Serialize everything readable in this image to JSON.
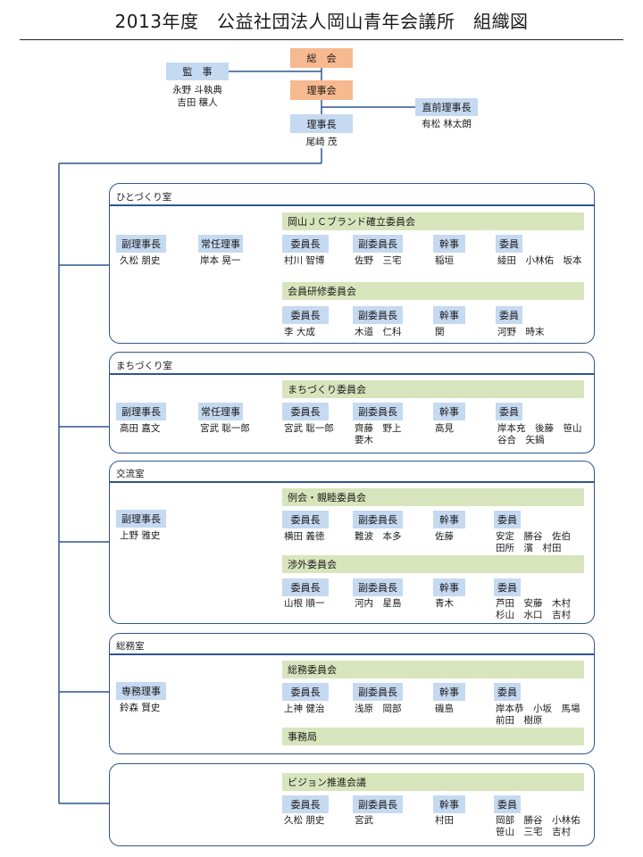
{
  "title": "2013年度　公益社団法人岡山青年会議所　組織図",
  "top": {
    "general_assembly": "総　会",
    "board": "理事会",
    "auditor": {
      "label": "監　事",
      "names": [
        "永野 斗執典",
        "吉田 穣人"
      ]
    },
    "president": {
      "label": "理事長",
      "names": [
        "尾崎 茂"
      ]
    },
    "past_president": {
      "label": "直前理事長",
      "names": [
        "有松 林太朗"
      ]
    }
  },
  "sections": {
    "hitozukuri": {
      "name": "ひとづくり室",
      "vp": {
        "label": "副理事長",
        "name": "久松 朋史"
      },
      "md": {
        "label": "常任理事",
        "name": "岸本 晃一"
      },
      "c1": {
        "name": "岡山ＪＣブランド確立委員会",
        "chair": {
          "label": "委員長",
          "name": "村川 智博"
        },
        "vice": {
          "label": "副委員長",
          "name": "佐野　三宅"
        },
        "sec": {
          "label": "幹事",
          "name": "稲垣"
        },
        "mem": {
          "label": "委員",
          "names": [
            "綾田　小林佑　坂本"
          ]
        }
      },
      "c2": {
        "name": "会員研修委員会",
        "chair": {
          "label": "委員長",
          "name": "李 大成"
        },
        "vice": {
          "label": "副委員長",
          "name": "木道　仁科"
        },
        "sec": {
          "label": "幹事",
          "name": "関"
        },
        "mem": {
          "label": "委員",
          "names": [
            "河野　時末"
          ]
        }
      }
    },
    "machizukuri": {
      "name": "まちづくり室",
      "vp": {
        "label": "副理事長",
        "name": "高田 嘉文"
      },
      "md": {
        "label": "常任理事",
        "name": "宮武 聡一郎"
      },
      "c1": {
        "name": "まちづくり委員会",
        "chair": {
          "label": "委員長",
          "name": "宮武 聡一郎"
        },
        "vice": {
          "label": "副委員長",
          "names": [
            "齊藤　野上",
            "要木"
          ]
        },
        "sec": {
          "label": "幹事",
          "name": "高見"
        },
        "mem": {
          "label": "委員",
          "names": [
            "岸本充　後藤　笹山",
            "谷合　矢鍋"
          ]
        }
      }
    },
    "koryu": {
      "name": "交流室",
      "vp": {
        "label": "副理事長",
        "name": "上野 雅史"
      },
      "c1": {
        "name": "例会・親睦委員会",
        "chair": {
          "label": "委員長",
          "name": "横田 義徳"
        },
        "vice": {
          "label": "副委員長",
          "name": "難波　本多"
        },
        "sec": {
          "label": "幹事",
          "name": "佐藤"
        },
        "mem": {
          "label": "委員",
          "names": [
            "安定　勝谷　佐伯",
            "田所　濱　村田"
          ]
        }
      },
      "c2": {
        "name": "渉外委員会",
        "chair": {
          "label": "委員長",
          "name": "山根 順一"
        },
        "vice": {
          "label": "副委員長",
          "name": "河内　星島"
        },
        "sec": {
          "label": "幹事",
          "name": "青木"
        },
        "mem": {
          "label": "委員",
          "names": [
            "芦田　安藤　木村",
            "杉山　水口　吉村"
          ]
        }
      }
    },
    "somu": {
      "name": "総務室",
      "vp": {
        "label": "専務理事",
        "name": "鈴森 賢史"
      },
      "c1": {
        "name": "総務委員会",
        "chair": {
          "label": "委員長",
          "name": "上神 健治"
        },
        "vice": {
          "label": "副委員長",
          "name": "浅原　岡部"
        },
        "sec": {
          "label": "幹事",
          "name": "磯島"
        },
        "mem": {
          "label": "委員",
          "names": [
            "岸本恭　小坂　馬場",
            "前田　樹原"
          ]
        }
      },
      "office": "事務局"
    },
    "vision": {
      "c1": {
        "name": "ビジョン推進会議",
        "chair": {
          "label": "委員長",
          "name": "久松 朋史"
        },
        "vice": {
          "label": "副委員長",
          "name": "宮武"
        },
        "sec": {
          "label": "幹事",
          "name": "村田"
        },
        "mem": {
          "label": "委員",
          "names": [
            "岡部　勝谷　小林佑",
            "笹山　三宅　吉村"
          ]
        }
      }
    }
  }
}
